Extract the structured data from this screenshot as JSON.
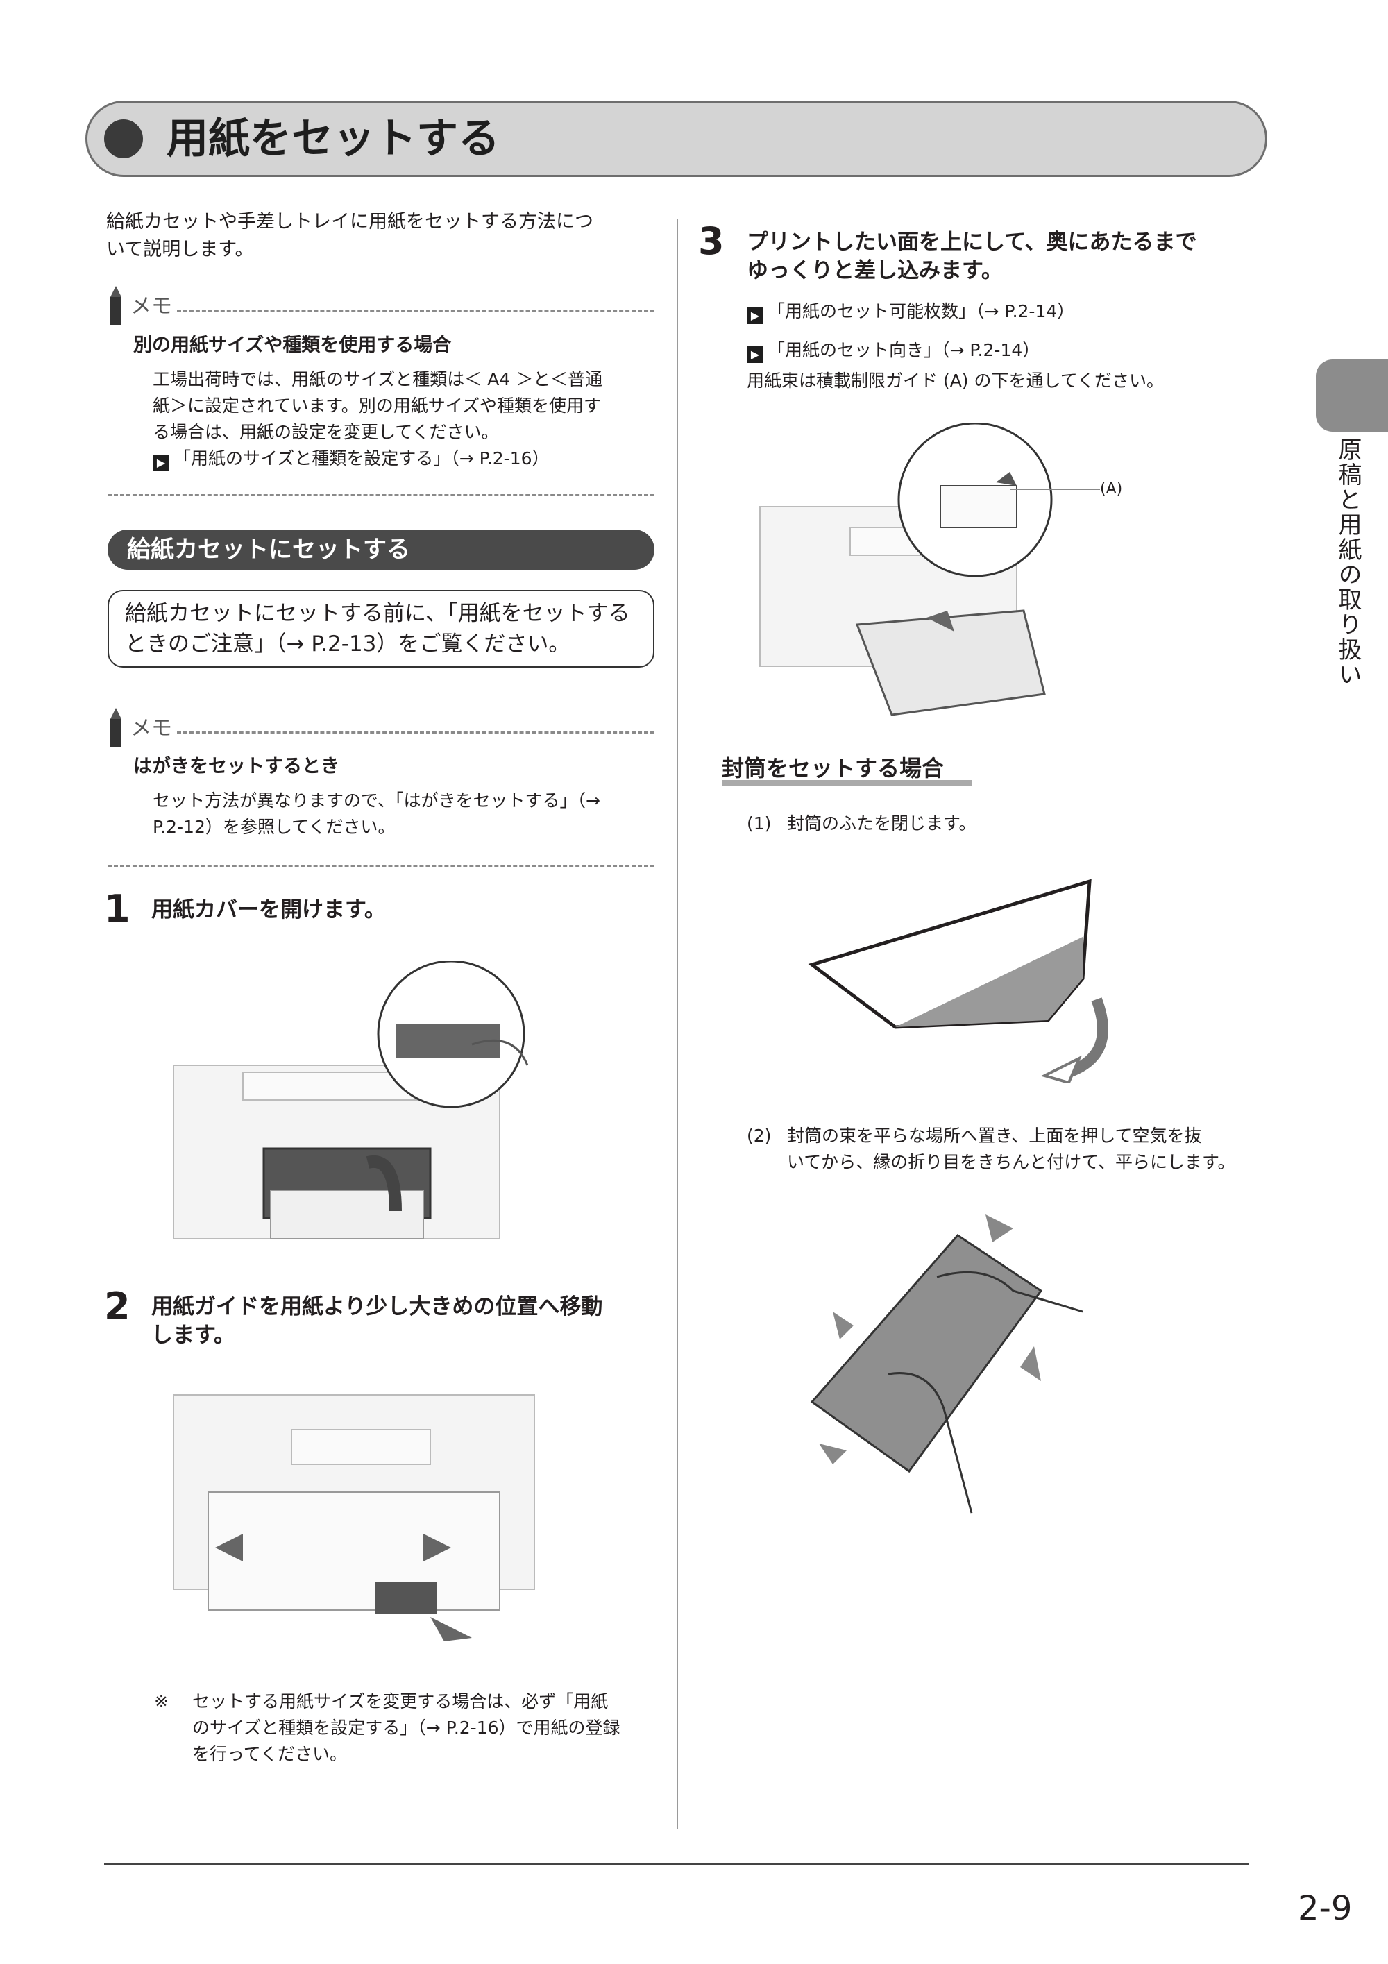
{
  "title": "用紙をセットする",
  "intro": [
    "給紙カセットや手差しトレイに用紙をセットする方法につ",
    "いて説明します。"
  ],
  "memo1": {
    "label": "メモ",
    "heading": "別の用紙サイズや種類を使用する場合",
    "lines": [
      "工場出荷時では、用紙のサイズと種類は＜ A4 ＞と＜普通",
      "紙＞に設定されています。別の用紙サイズや種類を使用す",
      "る場合は、用紙の設定を変更してください。"
    ],
    "ref": "「用紙のサイズと種類を設定する」（→ P.2-16）"
  },
  "section": {
    "title": "給紙カセットにセットする",
    "notice": [
      "給紙カセットにセットする前に、「用紙をセットする",
      "ときのご注意」（→ P.2-13）をご覧ください。"
    ]
  },
  "memo2": {
    "label": "メモ",
    "heading": "はがきをセットするとき",
    "lines": [
      "セット方法が異なりますので、「はがきをセットする」（→",
      "P.2-12）を参照してください。"
    ]
  },
  "steps": [
    {
      "num": "1",
      "title": [
        "用紙カバーを開けます。"
      ]
    },
    {
      "num": "2",
      "title": [
        "用紙ガイドを用紙より少し大きめの位置へ移動",
        "します。"
      ]
    },
    {
      "num": "3",
      "title": [
        "プリントしたい面を上にして、奥にあたるまで",
        "ゆっくりと差し込みます。"
      ]
    }
  ],
  "step2_note": {
    "mark": "※",
    "lines": [
      "セットする用紙サイズを変更する場合は、必ず「用紙",
      "のサイズと種類を設定する」（→ P.2-16）で用紙の登録",
      "を行ってください。"
    ]
  },
  "step3_refs": [
    "「用紙のセット可能枚数」（→ P.2-14）",
    "「用紙のセット向き」（→ P.2-14）"
  ],
  "step3_text": "用紙束は積載制限ガイド (A) の下を通してください。",
  "callout_a": "(A)",
  "envelope": {
    "heading": "封筒をセットする場合",
    "item1": {
      "num": "(1)",
      "text": "封筒のふたを閉じます。"
    },
    "item2": {
      "num": "(2)",
      "lines": [
        "封筒の束を平らな場所へ置き、上面を押して空気を抜",
        "いてから、縁の折り目をきちんと付けて、平らにします。"
      ]
    }
  },
  "side_tab": "原稿と用紙の取り扱い",
  "page_number": "2-9",
  "icons": {
    "ref": "ref-arrow-icon",
    "memo": "pencil-icon"
  }
}
